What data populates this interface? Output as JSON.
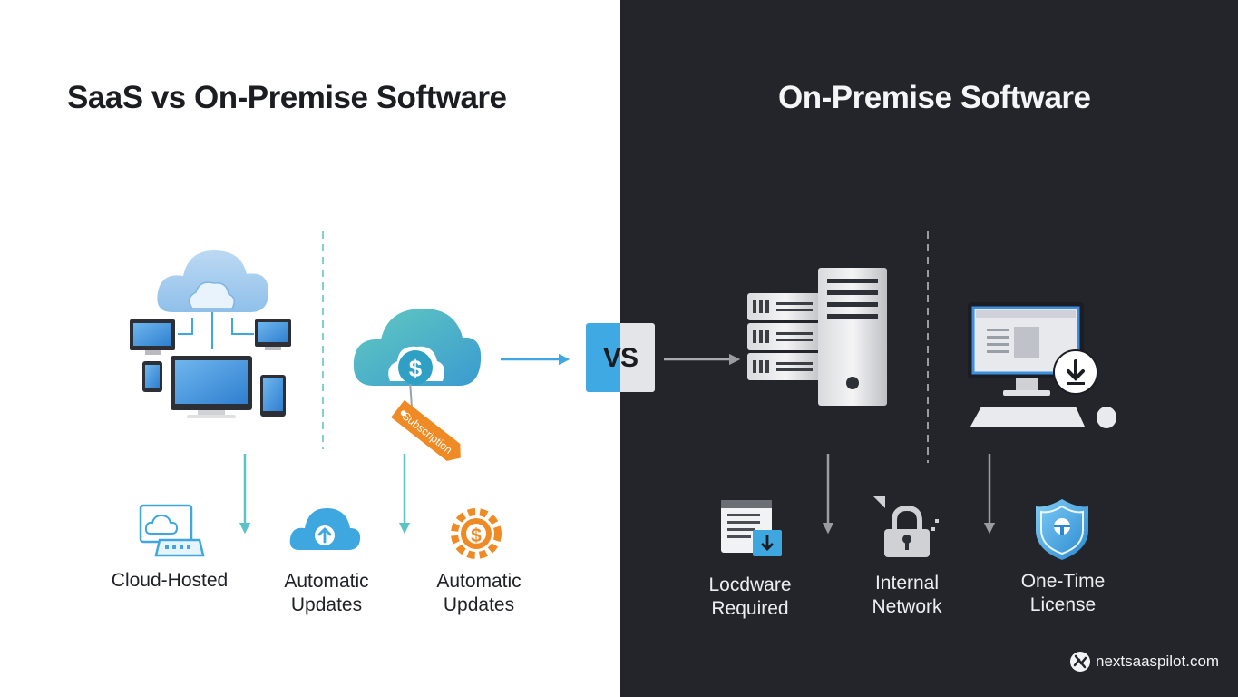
{
  "left": {
    "title": "SaaS vs On-Premise Software",
    "labels": {
      "cloud_hosted": "Cloud-Hosted",
      "automatic_updates_1": "Automatic\nUpdates",
      "automatic_updates_2": "Automatic\nUpdates"
    },
    "tag_text": "Subscription"
  },
  "center": {
    "vs": "VS"
  },
  "right": {
    "title": "On-Premise Software",
    "labels": {
      "hardware_required": "Locdware\nRequired",
      "internal_network": "Internal\nNetwork",
      "one_time_license": "One-Time\nLicense"
    }
  },
  "brand": {
    "text": "nextsaaspilot.com"
  },
  "colors": {
    "accent_blue": "#3fa7e0",
    "teal": "#4cc0c0",
    "orange": "#f08a24",
    "dark_bg": "#23252a",
    "light_bg": "#ffffff"
  }
}
